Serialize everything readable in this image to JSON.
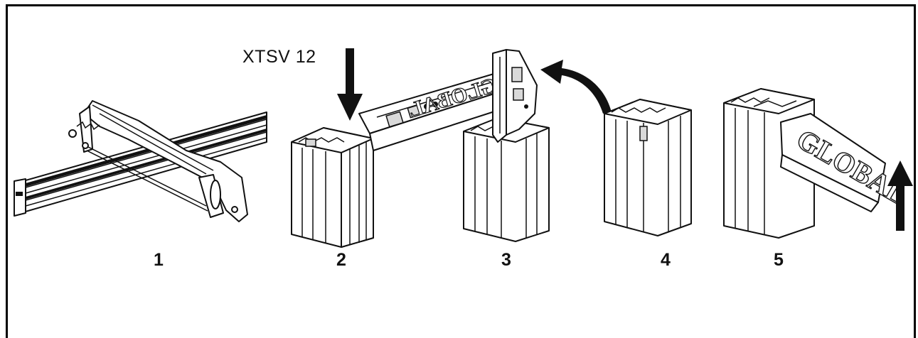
{
  "part_label": "XTSV 12",
  "brand_text": "GLOBAL",
  "steps": [
    {
      "number": "1"
    },
    {
      "number": "2"
    },
    {
      "number": "3"
    },
    {
      "number": "4"
    },
    {
      "number": "5"
    }
  ],
  "colors": {
    "ink": "#111111",
    "background": "#ffffff"
  }
}
